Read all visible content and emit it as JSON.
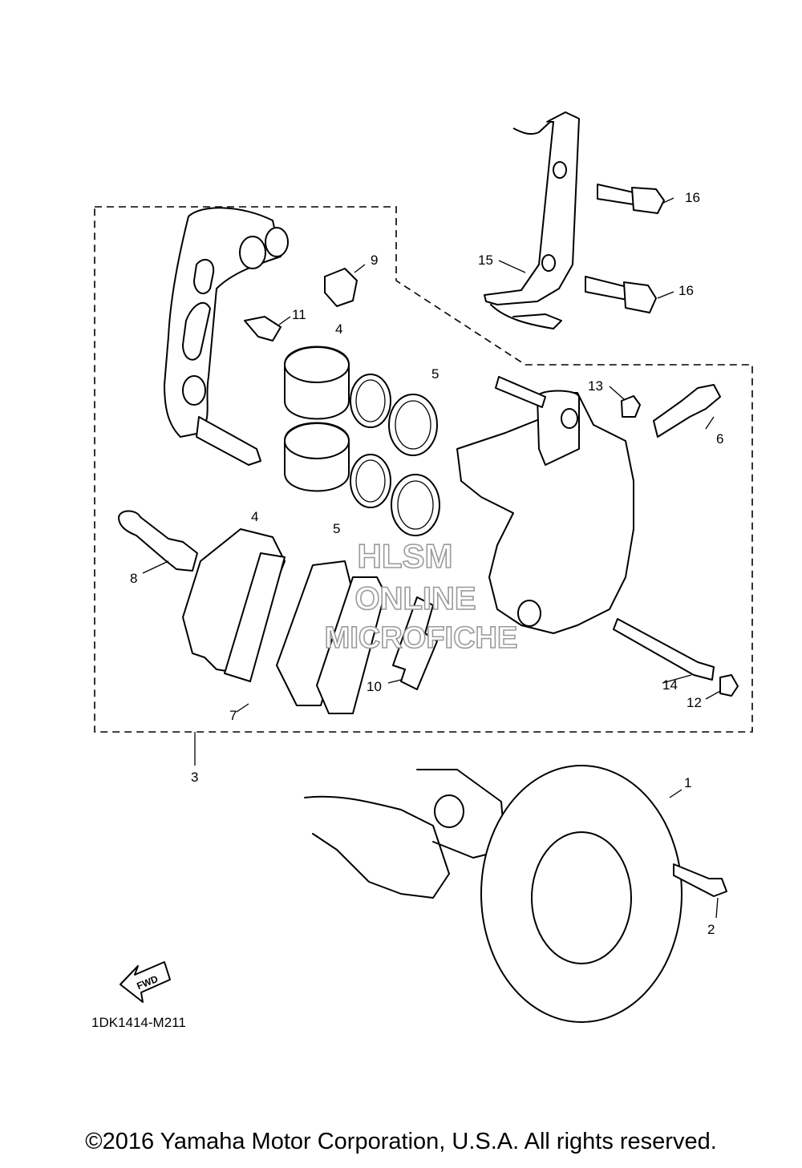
{
  "diagram": {
    "callouts": {
      "p1": "1",
      "p2": "2",
      "p3": "3",
      "p4a": "4",
      "p4b": "4",
      "p5a": "5",
      "p5b": "5",
      "p6": "6",
      "p7": "7",
      "p8": "8",
      "p9": "9",
      "p10": "10",
      "p11": "11",
      "p12": "12",
      "p13": "13",
      "p14": "14",
      "p15": "15",
      "p16a": "16",
      "p16b": "16"
    },
    "diagram_code": "1DK1414-M211",
    "fwd_label": "FWD",
    "watermark": [
      "HLSM",
      "ONLINE",
      "MICROFICHE"
    ]
  },
  "footer": {
    "copyright": "©2016 Yamaha Motor Corporation, U.S.A. All rights reserved."
  }
}
